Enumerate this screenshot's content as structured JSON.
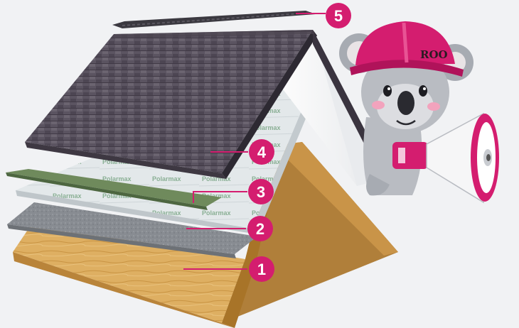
{
  "diagram": {
    "colors": {
      "accent": "#d41d6f",
      "shingle": "#5a5360",
      "underlayment": "#d7dde0",
      "decking": "#d9a95a",
      "ridge": "#3b3940",
      "starter": "#6f8a5c",
      "drip_edge": "#8d9196"
    },
    "callouts": [
      {
        "number": "1"
      },
      {
        "number": "2"
      },
      {
        "number": "3"
      },
      {
        "number": "4"
      },
      {
        "number": "5"
      }
    ],
    "layer_print": "Polarmax",
    "mascot": {
      "hat_text": "ROO",
      "icon": "koala-mascot-icon",
      "prop": "megaphone-icon"
    }
  }
}
